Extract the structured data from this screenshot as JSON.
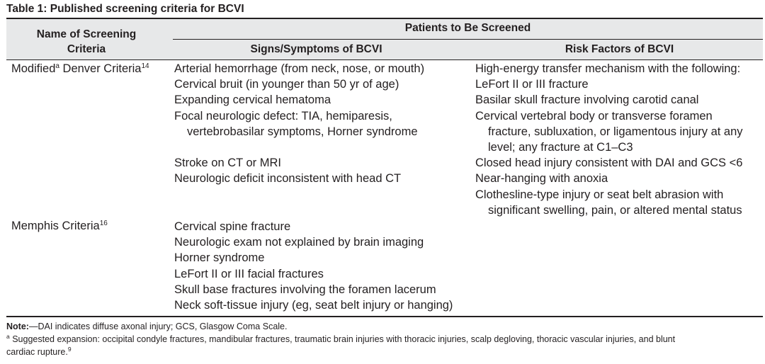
{
  "table": {
    "caption": "Table 1: Published screening criteria for BCVI",
    "headers": {
      "criteria_line1": "Name of Screening",
      "criteria_line2": "Criteria",
      "group": "Patients to Be Screened",
      "signs": "Signs/Symptoms of BCVI",
      "risk": "Risk Factors of BCVI"
    },
    "rows": [
      {
        "name_before": "Modified",
        "name_sup": "a",
        "name_after": " Denver Criteria",
        "ref": "14",
        "signs": [
          "Arterial hemorrhage (from neck, nose, or mouth)",
          "Cervical bruit (in younger than 50 yr of age)",
          "Expanding cervical hematoma",
          "Focal neurologic defect: TIA, hemiparesis,",
          "vertebrobasilar symptoms, Horner syndrome",
          "Stroke on CT or MRI",
          "Neurologic deficit inconsistent with head CT"
        ],
        "risks": [
          "High-energy transfer mechanism with the following:",
          "LeFort II or III fracture",
          "Basilar skull fracture involving carotid canal",
          "Cervical vertebral body or transverse foramen",
          "fracture, subluxation, or ligamentous injury at any",
          "level; any fracture at C1–C3",
          "Closed head injury consistent with DAI and GCS <6",
          "Near-hanging with anoxia",
          "Clothesline-type injury or seat belt abrasion with",
          "significant swelling, pain, or altered mental status"
        ]
      },
      {
        "name": "Memphis Criteria",
        "ref": "16",
        "signs": [
          "Cervical spine fracture",
          "Neurologic exam not explained by brain imaging",
          "Horner syndrome",
          "LeFort II or III facial fractures",
          "Skull base fractures involving the foramen lacerum",
          "Neck soft-tissue injury (eg, seat belt injury or hanging)"
        ]
      }
    ]
  },
  "notes": {
    "note_label": "Note:",
    "note_text": "—DAI indicates diffuse axonal injury; GCS, Glasgow Coma Scale.",
    "footnote_mark": "a",
    "footnote_text": " Suggested expansion: occipital condyle fractures, mandibular fractures, traumatic brain injuries with thoracic injuries, scalp degloving, thoracic vascular injuries, and blunt",
    "footnote_text2": "cardiac rupture.",
    "footnote_ref": "9"
  },
  "colors": {
    "header_band": "#e7e8e9",
    "rule": "#231f20",
    "text": "#231f20"
  }
}
